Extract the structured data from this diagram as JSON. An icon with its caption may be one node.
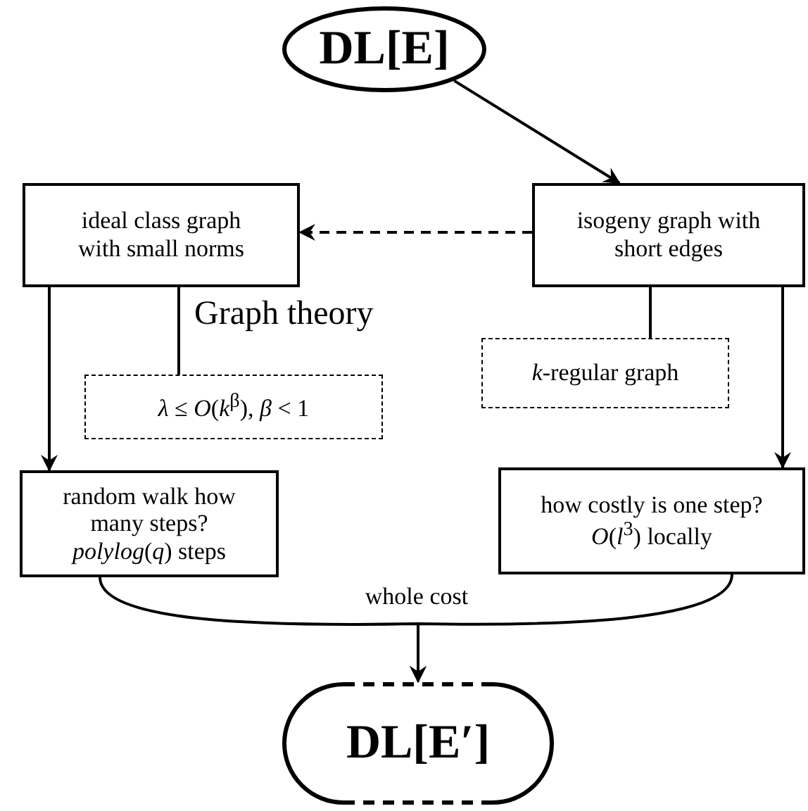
{
  "diagram": {
    "nodes": [
      {
        "text": [
          "DL[E]"
        ]
      },
      {
        "text": [
          "ideal class graph with small norms"
        ]
      },
      {
        "text": [
          "isogeny graph with short edges"
        ]
      },
      {
        "text": [
          "*λ* ≤ *O*(*k*$^{β}$), *β* < 1"
        ]
      },
      {
        "text": [
          "*k*-regular graph"
        ]
      },
      {
        "text": [
          "random walk how many steps? *polylog*(*q*) steps"
        ]
      },
      {
        "text": [
          "how costly is one step? *O*(*l*$^{3}$) locally"
        ]
      },
      {
        "text": [
          "DL[E′]"
        ]
      }
    ],
    "edges": [
      {
        "from": 0,
        "to": 2,
        "arrow": "to"
      },
      {
        "from": 2,
        "to": 1,
        "arrow": "to",
        "style": "dashed"
      },
      {
        "from": 1,
        "to": 3,
        "arrow": "none"
      },
      {
        "from": 2,
        "to": 4,
        "arrow": "none"
      },
      {
        "from": 1,
        "to": 5,
        "arrow": "to"
      },
      {
        "from": 2,
        "to": 6,
        "arrow": "to"
      },
      {
        "from": 5,
        "to": 7,
        "arrow": "to",
        "label": "whole cost"
      },
      {
        "from": 6,
        "to": 7,
        "arrow": "to"
      }
    ],
    "labels": [
      "Graph theory"
    ]
  }
}
